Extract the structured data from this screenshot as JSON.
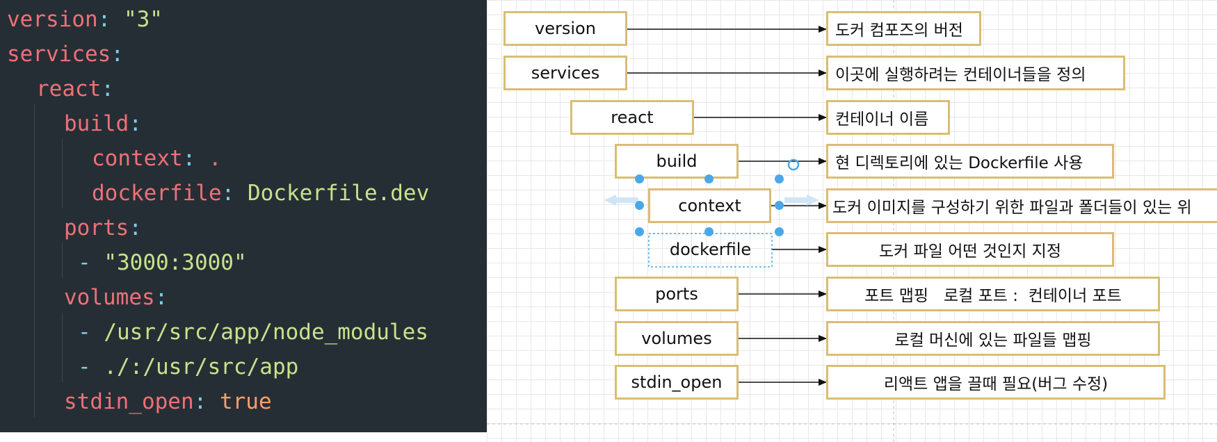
{
  "code": {
    "lines": [
      {
        "key": "version",
        "value": "\"3\""
      },
      {
        "key": "services"
      },
      {
        "key": "react"
      },
      {
        "key": "build"
      },
      {
        "key": "context",
        "value": "."
      },
      {
        "key": "dockerfile",
        "value": "Dockerfile.dev"
      },
      {
        "key": "ports"
      },
      {
        "item": "\"3000:3000\""
      },
      {
        "key": "volumes"
      },
      {
        "item": "/usr/src/app/node_modules"
      },
      {
        "item": "./:/usr/src/app"
      },
      {
        "key": "stdin_open",
        "value": "true"
      }
    ]
  },
  "diagram": {
    "rows": [
      {
        "key": "version",
        "desc": "도커 컴포즈의 버전"
      },
      {
        "key": "services",
        "desc": "이곳에 실행하려는 컨테이너들을 정의"
      },
      {
        "key": "react",
        "desc": "컨테이너 이름"
      },
      {
        "key": "build",
        "desc": "현 디렉토리에 있는 Dockerfile 사용"
      },
      {
        "key": "context",
        "desc": "도커 이미지를 구성하기 위한 파일과 폴더들이 있는 위"
      },
      {
        "key": "dockerfile",
        "desc": "도커 파일 어떤 것인지 지정"
      },
      {
        "key": "ports",
        "desc": "포트 맵핑   로컬 포트 :  컨테이너 포트"
      },
      {
        "key": "volumes",
        "desc": "로컬 머신에 있는 파일들 맵핑"
      },
      {
        "key": "stdin_open",
        "desc": "리액트 앱을 끌때 필요(버그 수정)"
      }
    ]
  },
  "colors": {
    "code_background": "#262e35",
    "key": "#f07078",
    "punctuation": "#7ad0e8",
    "string": "#c6e48b",
    "boolean": "#f7a06e",
    "box_border": "#d9bd72",
    "selection_handle": "#4aa8e8"
  }
}
